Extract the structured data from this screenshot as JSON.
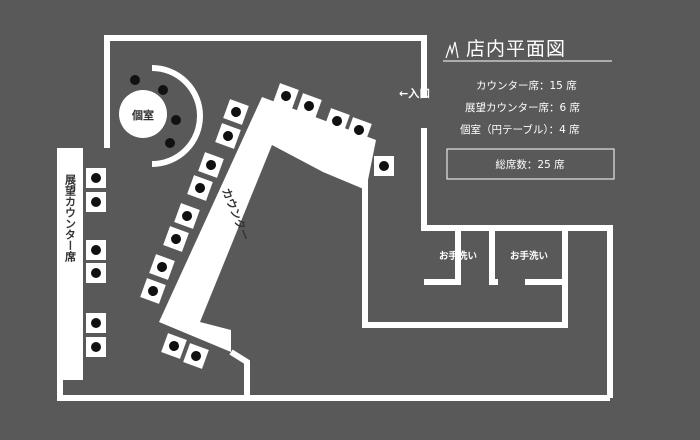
{
  "legend": {
    "title": "店内平面図",
    "lines": [
      "カウンター席：15 席",
      "展望カウンター席：6 席",
      "個室（円テーブル）：4 席"
    ],
    "total": "総席数：25 席"
  },
  "labels": {
    "entrance": "←入口",
    "private_room": "個室",
    "counter": "カウンター",
    "view_counter": "展望カウンター席",
    "restroom_1": "お手洗い",
    "restroom_2": "お手洗い"
  },
  "colors": {
    "background": "#595959",
    "wall": "#ffffff",
    "seat": "#ffffff",
    "seat_dot": "#111111"
  },
  "icons": [
    "flame-logo-icon"
  ]
}
